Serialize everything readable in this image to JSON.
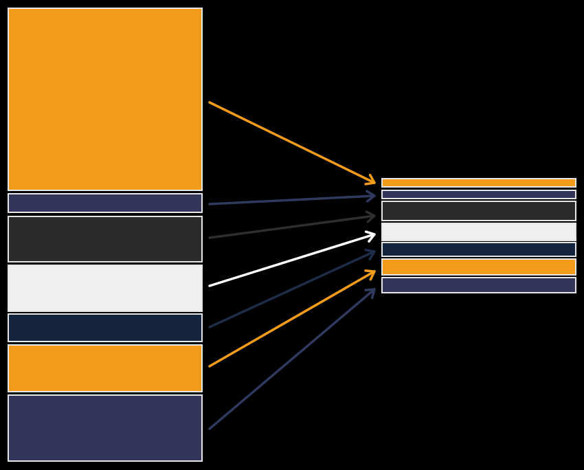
{
  "colors": {
    "background": "#000000",
    "border": "#e6e6e6",
    "orange": "#f39c1c",
    "indigo": "#33345a",
    "charcoal": "#2a2a2a",
    "light_gray": "#efefef",
    "navy": "#14243c",
    "arrow_indigo": "#2f3a5e",
    "arrow_charcoal": "#2e2e2e",
    "arrow_white": "#ffffff",
    "arrow_navy": "#1e2c48"
  },
  "left_column": {
    "blocks": [
      {
        "color_key": "orange"
      },
      {
        "color_key": "indigo"
      },
      {
        "color_key": "charcoal"
      },
      {
        "color_key": "light_gray"
      },
      {
        "color_key": "navy"
      },
      {
        "color_key": "orange"
      },
      {
        "color_key": "indigo"
      }
    ]
  },
  "right_column": {
    "blocks": [
      {
        "color_key": "orange"
      },
      {
        "color_key": "indigo"
      },
      {
        "color_key": "charcoal"
      },
      {
        "color_key": "light_gray"
      },
      {
        "color_key": "navy"
      },
      {
        "color_key": "orange"
      },
      {
        "color_key": "indigo"
      }
    ]
  },
  "arrows": [
    {
      "from": 0,
      "to": 0,
      "color_key": "orange"
    },
    {
      "from": 1,
      "to": 1,
      "color_key": "arrow_indigo"
    },
    {
      "from": 2,
      "to": 2,
      "color_key": "arrow_charcoal"
    },
    {
      "from": 3,
      "to": 3,
      "color_key": "arrow_white"
    },
    {
      "from": 4,
      "to": 4,
      "color_key": "arrow_navy"
    },
    {
      "from": 5,
      "to": 5,
      "color_key": "orange"
    },
    {
      "from": 6,
      "to": 6,
      "color_key": "arrow_indigo"
    }
  ]
}
